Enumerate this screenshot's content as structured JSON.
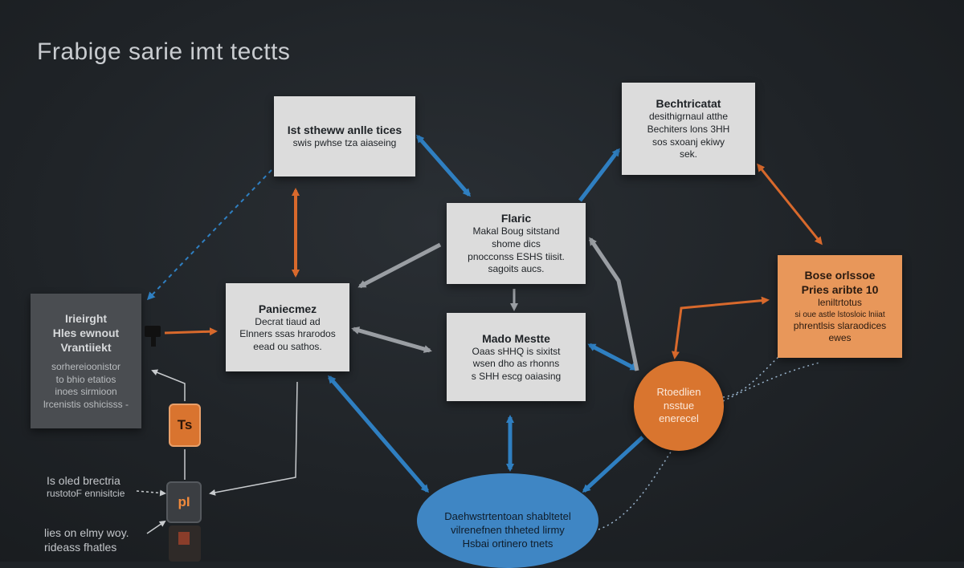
{
  "title": "Frabige sarie imt tectts",
  "nodes": {
    "top_left": {
      "lines": [
        "Ist stheww anlle tices",
        "swis pwhse tza aiaseing"
      ]
    },
    "top_right": {
      "lines": [
        "Bechtricatat",
        "desithigrnaul atthe",
        "Bechiters lons 3HH",
        "sos sxoanj ekiwy",
        "sek."
      ]
    },
    "center_top": {
      "lines": [
        "Flaric",
        "Makal Boug sitstand",
        "shome dics",
        "pnocconss ESHS tiisit.",
        "sagoits aucs."
      ]
    },
    "center_mid": {
      "lines": [
        "Mado Mestte",
        "Oaas sHHQ is sixitst",
        "wsen dho as rhonns",
        "s SHH escg oaiasing"
      ]
    },
    "left_mid": {
      "lines": [
        "Paniecmez",
        "Decrat tiaud ad",
        "Elnners ssas hrarodos",
        "eead ou sathos."
      ]
    },
    "right_orange": {
      "lines": [
        "Bose orlssoe",
        "Pries aribte 10",
        "leniltrtotus",
        "si oue astle lstosloic lniiat",
        "phrentlsis slaraodices",
        "ewes"
      ]
    },
    "left_dark": {
      "lines": [
        "Irieirght",
        "Hles ewnout",
        "Vrantiiekt",
        "sorhereioonistor",
        "to bhio etatios",
        "inoes sirmioon",
        "lrcenistis oshicisss -"
      ]
    }
  },
  "circle_orange": {
    "lines": [
      "Rtoedlien",
      "nsstue",
      "enerecel"
    ]
  },
  "ellipse_blue": {
    "lines": [
      "Daehwstrtentoan shabltetel",
      "vilrenefnen thheted lirmy",
      "Hsbai ortinero tnets"
    ]
  },
  "badges": {
    "upper": "Ts",
    "lower": "pI"
  },
  "side_labels": {
    "upper": [
      "Is oled brectria",
      "rustotoF ennisitcie"
    ],
    "lower": [
      "lies on elmy woy.",
      "rideass fhatles"
    ]
  },
  "colors": {
    "blue_arrow": "#2f7fc1",
    "orange_arrow": "#d8692c",
    "grey_arrow": "#9a9ea3",
    "background": "#1f2327"
  }
}
